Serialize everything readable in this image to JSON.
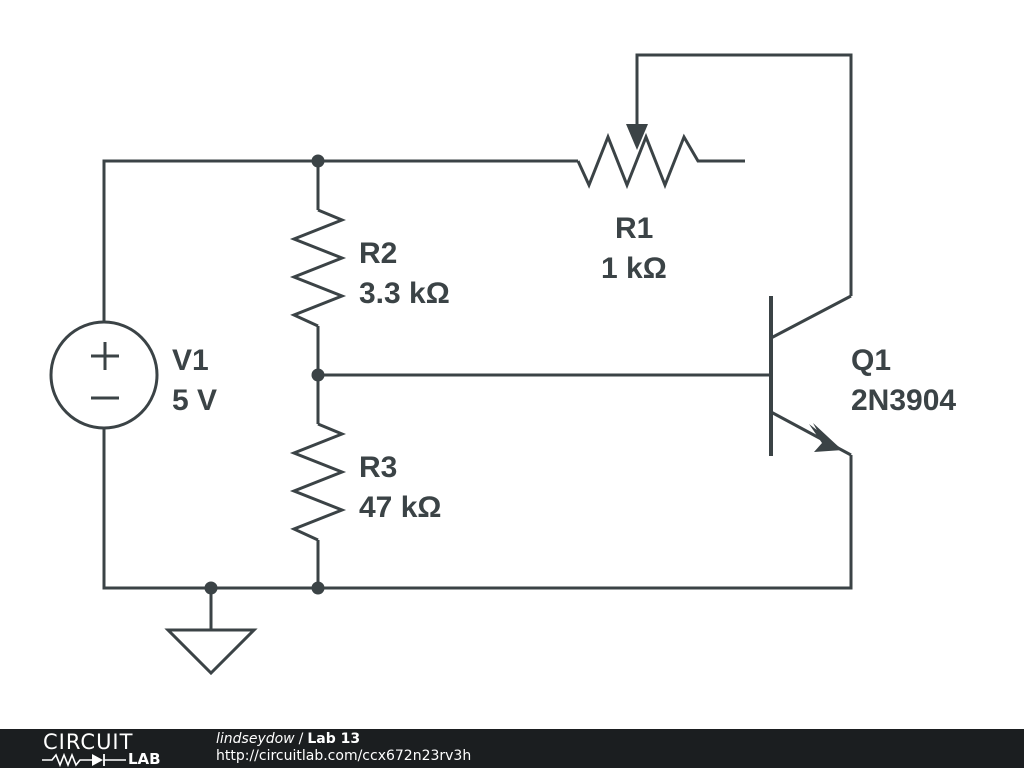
{
  "schematic": {
    "components": [
      {
        "id": "V1",
        "label": "V1",
        "value": "5 V",
        "type": "voltage-source"
      },
      {
        "id": "R1",
        "label": "R1",
        "value": "1 kΩ",
        "type": "potentiometer"
      },
      {
        "id": "R2",
        "label": "R2",
        "value": "3.3 kΩ",
        "type": "resistor"
      },
      {
        "id": "R3",
        "label": "R3",
        "value": "47 kΩ",
        "type": "resistor"
      },
      {
        "id": "Q1",
        "label": "Q1",
        "value": "2N3904",
        "type": "npn-transistor"
      }
    ],
    "source_symbols": {
      "plus": "+",
      "minus": "−"
    },
    "colors": {
      "wire": "#3b4346",
      "footer_bg": "#1b1e20"
    }
  },
  "footer": {
    "logo_top": "CIRCUIT",
    "logo_bottom": "LAB",
    "user": "lindseydow",
    "separator": "/",
    "project": "Lab 13",
    "url": "http://circuitlab.com/ccx672n23rv3h"
  }
}
